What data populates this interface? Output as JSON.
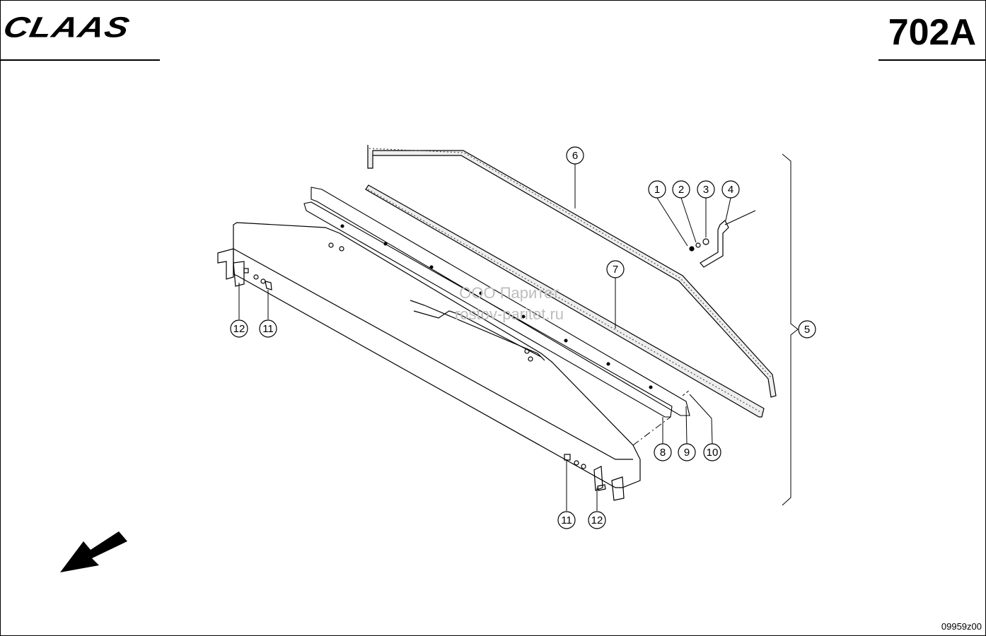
{
  "header": {
    "brand_logo": "CLAAS",
    "sheet_number": "702A"
  },
  "footer": {
    "drawing_code": "09959z00"
  },
  "watermark": {
    "line1": "ООО Паритет",
    "line2": "rostov-paritet.ru"
  },
  "callouts": {
    "c1": "1",
    "c2": "2",
    "c3": "3",
    "c4": "4",
    "c5": "5",
    "c6": "6",
    "c7": "7",
    "c8": "8",
    "c9": "9",
    "c10": "10",
    "c11a": "11",
    "c12a": "12",
    "c11b": "11",
    "c12b": "12"
  },
  "icons": {
    "direction": "direction-arrow-icon"
  }
}
